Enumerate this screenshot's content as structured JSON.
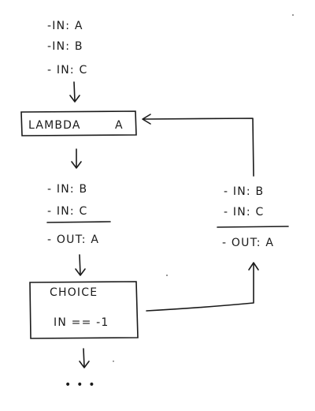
{
  "inputs_top": [
    "-IN: A",
    "-IN: B",
    "- IN: C"
  ],
  "lambda_box": {
    "label": "LAMBDA",
    "param": "A"
  },
  "after_lambda": {
    "inputs": [
      "- IN: B",
      "- IN: C"
    ],
    "output": "- OUT: A"
  },
  "feedback": {
    "inputs": [
      "- IN: B",
      "- IN: C"
    ],
    "output": "- OUT: A"
  },
  "choice_box": {
    "title": "CHOICE",
    "condition": "IN == -1"
  },
  "continuation": "• • •"
}
